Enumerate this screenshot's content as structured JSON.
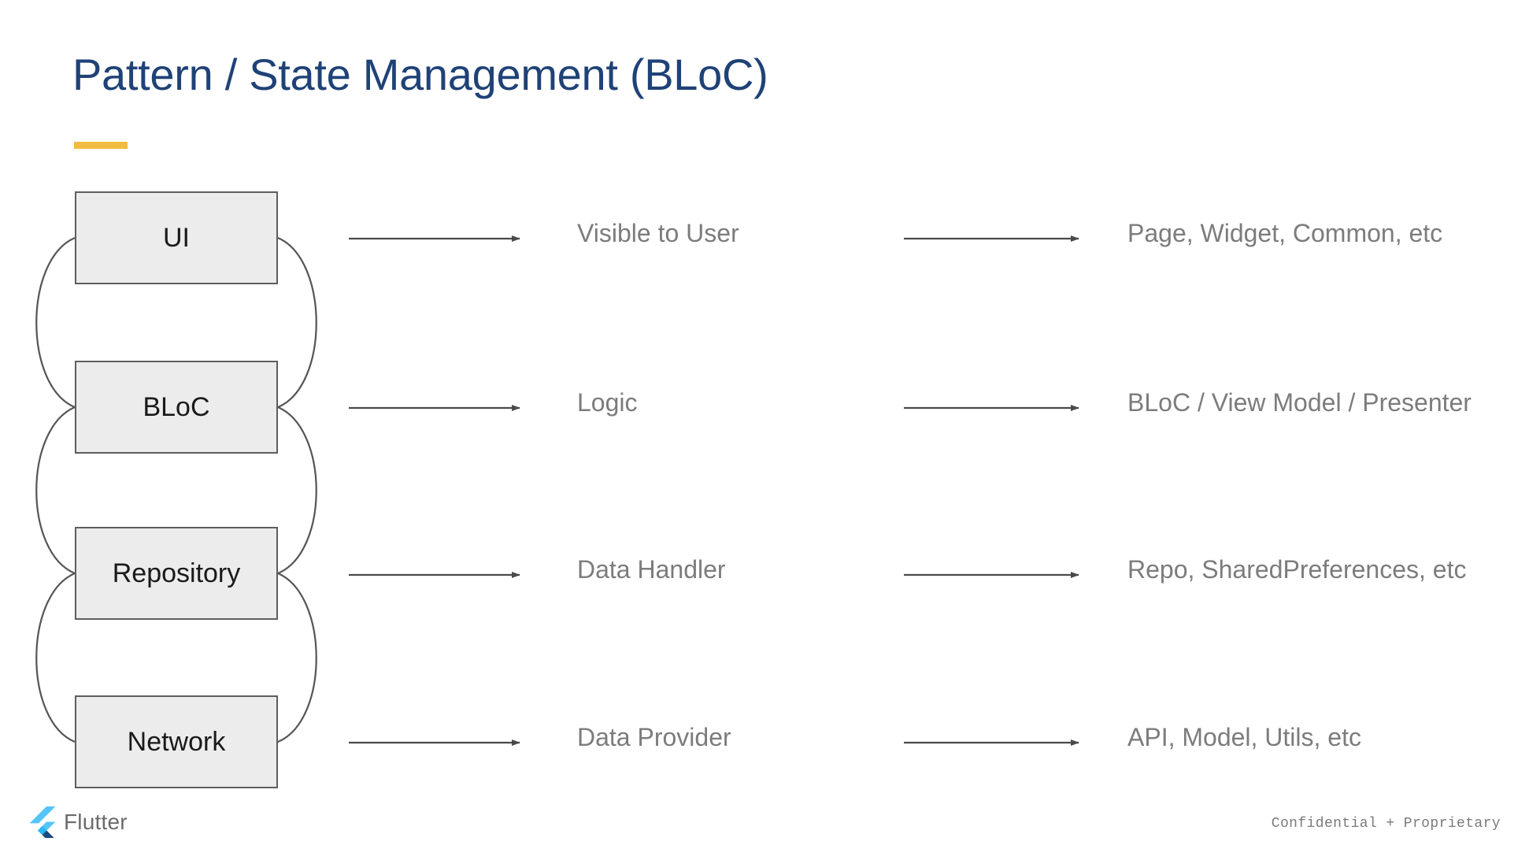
{
  "slide": {
    "title": "Pattern / State Management (BLoC)",
    "accent_color": "#F2BC42",
    "title_color": "#1F4277",
    "background": "#ffffff"
  },
  "diagram": {
    "box_fill": "#ECECEC",
    "box_border": "#5E5E5E",
    "arrow_color": "#4A4A4A",
    "label_color": "#7C7C7C",
    "rows": [
      {
        "layer": "UI",
        "role": "Visible to User",
        "examples": "Page, Widget, Common, etc"
      },
      {
        "layer": "BLoC",
        "role": "Logic",
        "examples": "BLoC / View Model / Presenter"
      },
      {
        "layer": "Repository",
        "role": "Data Handler",
        "examples": "Repo, SharedPreferences, etc"
      },
      {
        "layer": "Network",
        "role": "Data Provider",
        "examples": "API, Model, Utils, etc"
      }
    ]
  },
  "footer": {
    "brand": "Flutter",
    "confidential": "Confidential + Proprietary",
    "logo_light": "#54C5F8",
    "logo_mid": "#29B6F6",
    "logo_dark": "#1A4B7C"
  }
}
